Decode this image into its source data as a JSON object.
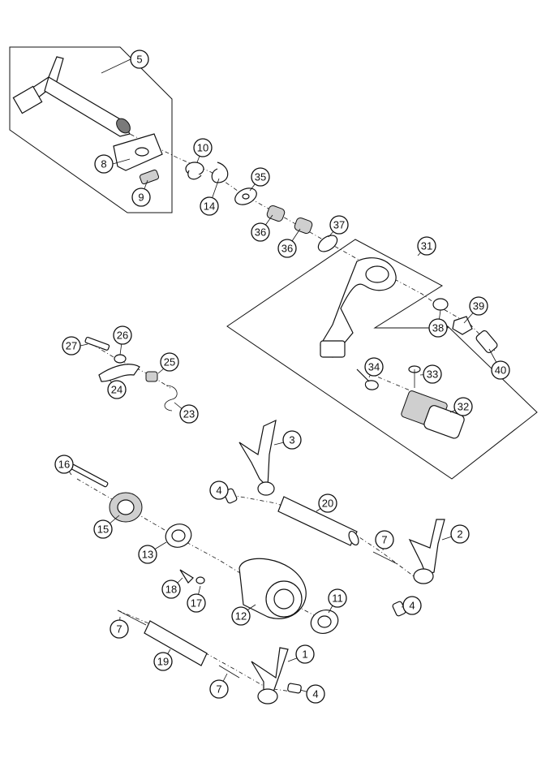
{
  "diagram": {
    "callouts": [
      {
        "id": "c5",
        "label": "5"
      },
      {
        "id": "c8",
        "label": "8"
      },
      {
        "id": "c9",
        "label": "9"
      },
      {
        "id": "c10",
        "label": "10"
      },
      {
        "id": "c14",
        "label": "14"
      },
      {
        "id": "c35",
        "label": "35"
      },
      {
        "id": "c36a",
        "label": "36"
      },
      {
        "id": "c36b",
        "label": "36"
      },
      {
        "id": "c37",
        "label": "37"
      },
      {
        "id": "c31",
        "label": "31"
      },
      {
        "id": "c39",
        "label": "39"
      },
      {
        "id": "c38",
        "label": "38"
      },
      {
        "id": "c40",
        "label": "40"
      },
      {
        "id": "c34",
        "label": "34"
      },
      {
        "id": "c33",
        "label": "33"
      },
      {
        "id": "c32",
        "label": "32"
      },
      {
        "id": "c27",
        "label": "27"
      },
      {
        "id": "c26",
        "label": "26"
      },
      {
        "id": "c25",
        "label": "25"
      },
      {
        "id": "c24",
        "label": "24"
      },
      {
        "id": "c23",
        "label": "23"
      },
      {
        "id": "c3",
        "label": "3"
      },
      {
        "id": "c16",
        "label": "16"
      },
      {
        "id": "c4a",
        "label": "4"
      },
      {
        "id": "c20",
        "label": "20"
      },
      {
        "id": "c15",
        "label": "15"
      },
      {
        "id": "c7a",
        "label": "7"
      },
      {
        "id": "c2",
        "label": "2"
      },
      {
        "id": "c13",
        "label": "13"
      },
      {
        "id": "c18",
        "label": "18"
      },
      {
        "id": "c17",
        "label": "17"
      },
      {
        "id": "c11",
        "label": "11"
      },
      {
        "id": "c12",
        "label": "12"
      },
      {
        "id": "c4b",
        "label": "4"
      },
      {
        "id": "c7b",
        "label": "7"
      },
      {
        "id": "c19",
        "label": "19"
      },
      {
        "id": "c1",
        "label": "1"
      },
      {
        "id": "c7c",
        "label": "7"
      },
      {
        "id": "c4c",
        "label": "4"
      }
    ]
  }
}
